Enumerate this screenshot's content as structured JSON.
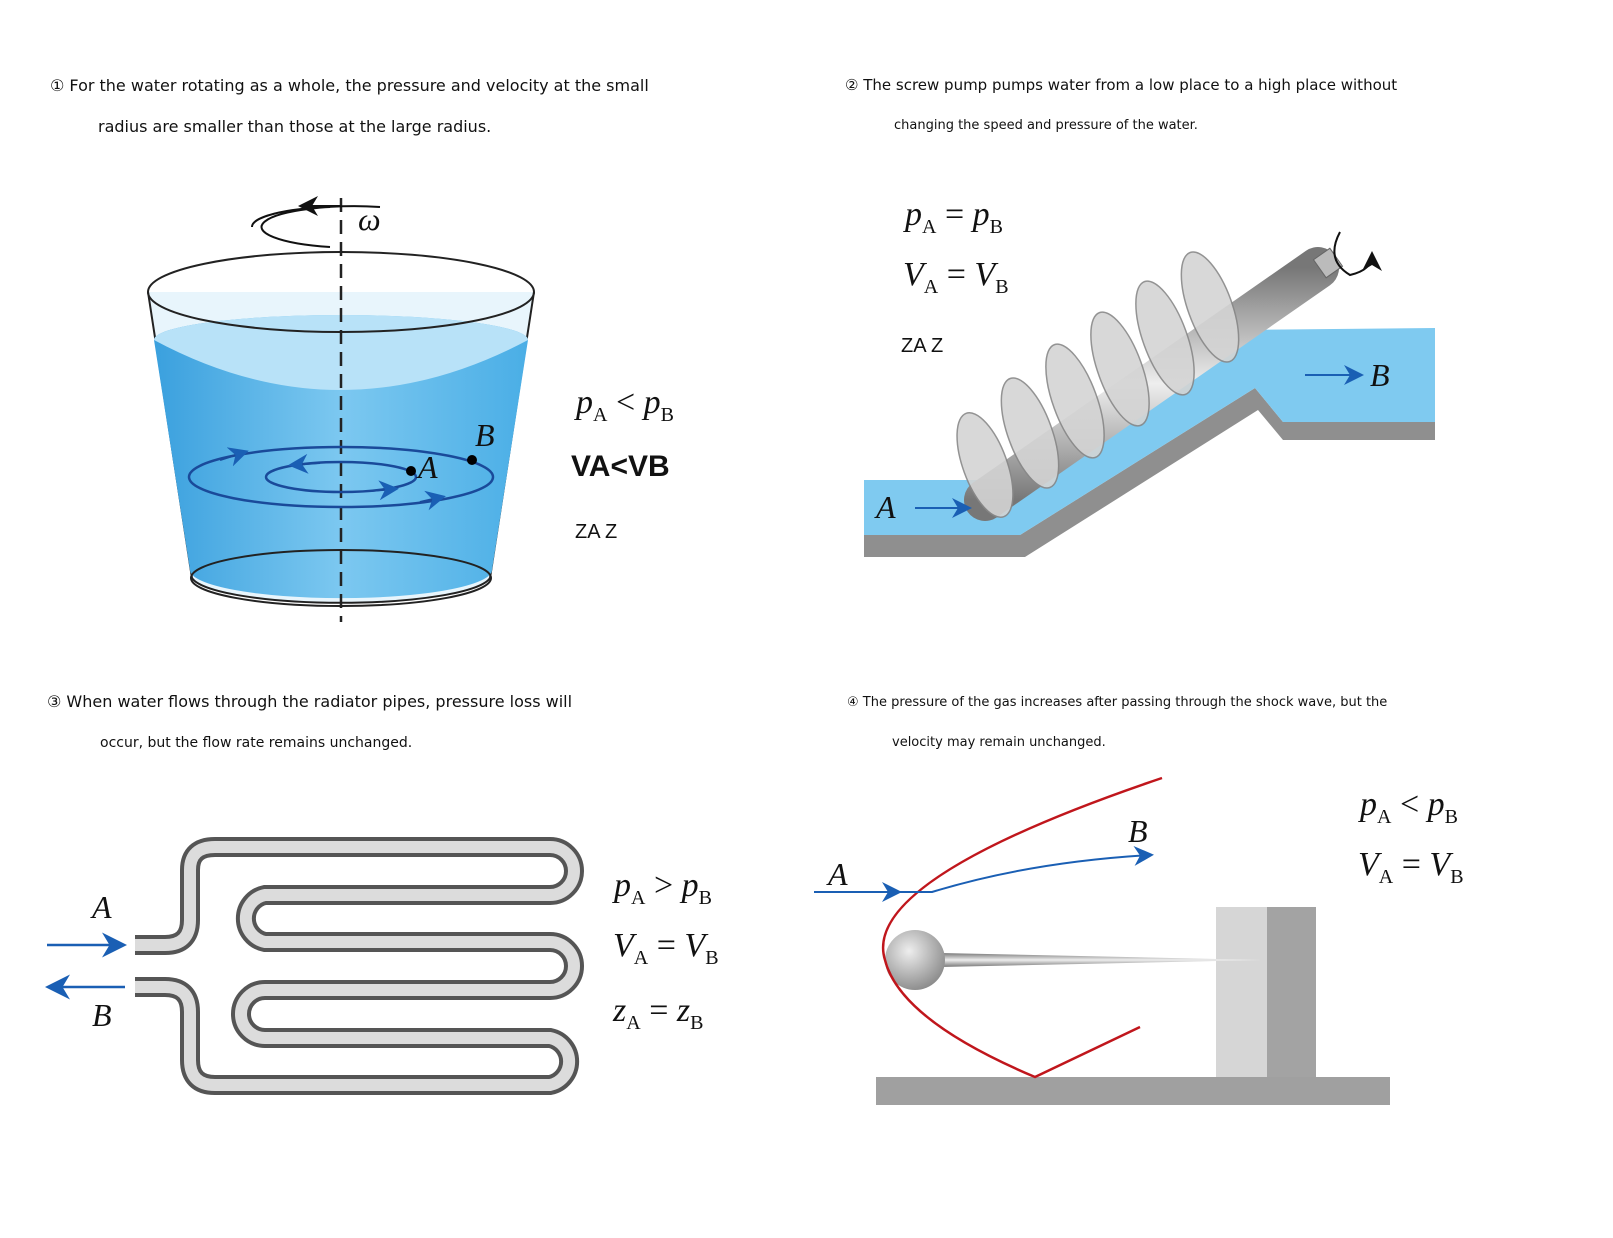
{
  "panels": [
    {
      "caption_line1": "① For the water rotating as a whole, the pressure and velocity at the small",
      "caption_line2": "radius are smaller than those at the large radius.",
      "eq_p": {
        "left": "p",
        "left_sub": "A",
        "op": "<",
        "right": "p",
        "right_sub": "B"
      },
      "eq_v": "VA<VB",
      "eq_z": "ZA Z",
      "labels": {
        "omega": "ω",
        "A": "A",
        "B": "B"
      }
    },
    {
      "caption_line1": "② The screw pump pumps water from a low place to a high place without",
      "caption_line2": "changing the speed and pressure of the water.",
      "eq_p": {
        "left": "p",
        "left_sub": "A",
        "op": "=",
        "right": "p",
        "right_sub": "B"
      },
      "eq_v": {
        "left": "V",
        "left_sub": "A",
        "op": "=",
        "right": "V",
        "right_sub": "B"
      },
      "eq_z": "ZA Z",
      "labels": {
        "A": "A",
        "B": "B"
      }
    },
    {
      "caption_line1": "③ When water flows through the radiator pipes, pressure loss will",
      "caption_line2": "occur, but the flow rate remains unchanged.",
      "eq_p": {
        "left": "p",
        "left_sub": "A",
        "op": ">",
        "right": "p",
        "right_sub": "B"
      },
      "eq_v": {
        "left": "V",
        "left_sub": "A",
        "op": "=",
        "right": "V",
        "right_sub": "B"
      },
      "eq_z": {
        "left": "z",
        "left_sub": "A",
        "op": "=",
        "right": "z",
        "right_sub": "B"
      },
      "labels": {
        "A": "A",
        "B": "B"
      }
    },
    {
      "caption_line1": "④ The pressure of the gas increases after passing through the shock wave, but the",
      "caption_line2": "velocity may remain unchanged.",
      "eq_p": {
        "left": "p",
        "left_sub": "A",
        "op": "<",
        "right": "p",
        "right_sub": "B"
      },
      "eq_v": {
        "left": "V",
        "left_sub": "A",
        "op": "=",
        "right": "V",
        "right_sub": "B"
      },
      "labels": {
        "A": "A",
        "B": "B"
      }
    }
  ],
  "colors": {
    "water": "#5ab8e8",
    "arrow": "#1a5fb4",
    "shock": "#c0161c",
    "pipe": "#b0b0b0"
  }
}
